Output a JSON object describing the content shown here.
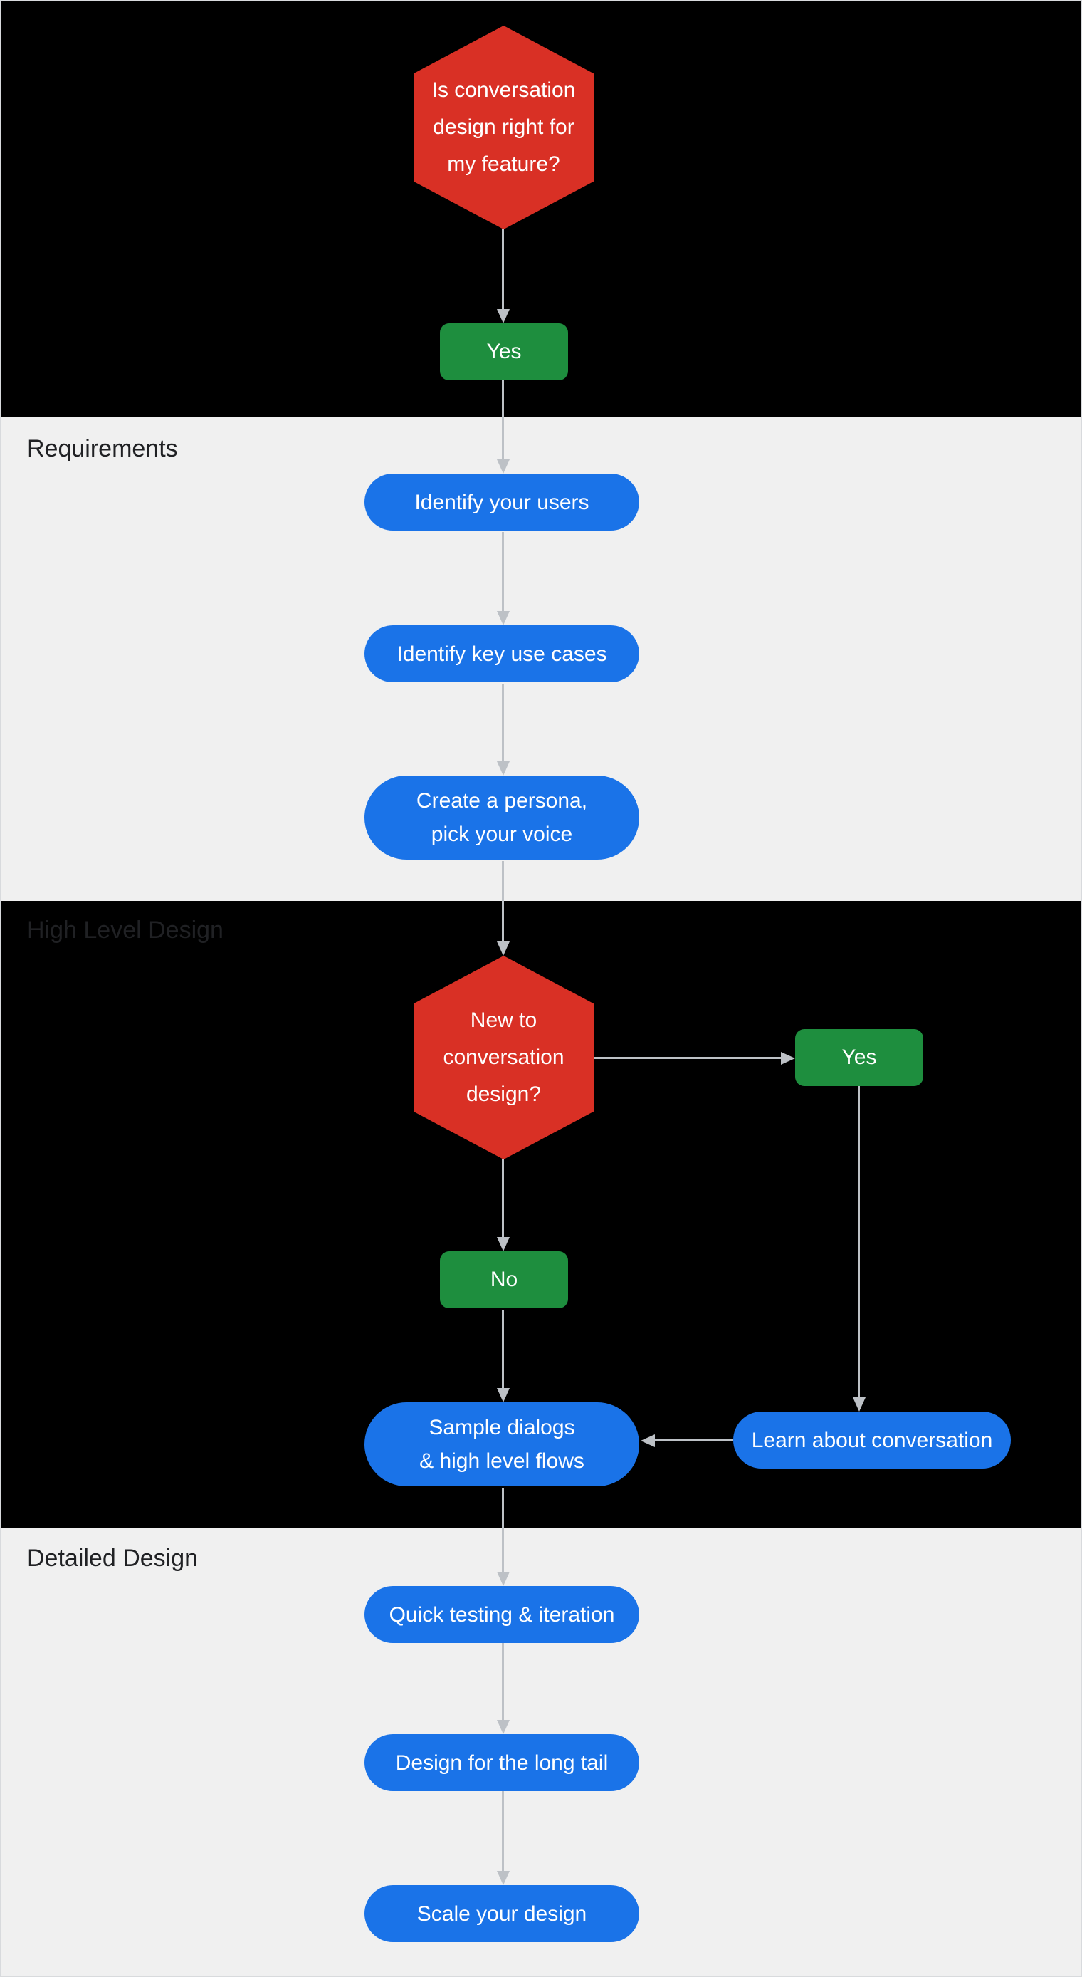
{
  "colors": {
    "background_black": "#000000",
    "background_light": "#f0f0f0",
    "node_blue": "#1a73e8",
    "node_green": "#1e8e3e",
    "node_red": "#d93025",
    "arrow_gray": "#bdc1c6",
    "label_dark": "#202124",
    "node_text": "#ffffff"
  },
  "sections": {
    "requirements": {
      "label": "Requirements"
    },
    "high_level_design": {
      "label": "High Level Design"
    },
    "detailed_design": {
      "label": "Detailed Design"
    }
  },
  "nodes": {
    "decision_is_cd_right": {
      "type": "decision",
      "text": "Is conversation\ndesign right for\nmy feature?"
    },
    "yes_1": {
      "type": "answer",
      "text": "Yes"
    },
    "identify_users": {
      "type": "step",
      "text": "Identify your users"
    },
    "identify_use_cases": {
      "type": "step",
      "text": "Identify key use cases"
    },
    "create_persona": {
      "type": "step",
      "text": "Create a persona,\npick your voice"
    },
    "decision_new_to_cd": {
      "type": "decision",
      "text": "New to\nconversation\ndesign?"
    },
    "yes_2": {
      "type": "answer",
      "text": "Yes"
    },
    "no_1": {
      "type": "answer",
      "text": "No"
    },
    "sample_dialogs": {
      "type": "step",
      "text": "Sample dialogs\n& high level flows"
    },
    "learn_conversation": {
      "type": "step",
      "text": "Learn about conversation"
    },
    "quick_testing": {
      "type": "step",
      "text": "Quick testing & iteration"
    },
    "long_tail": {
      "type": "step",
      "text": "Design for the long tail"
    },
    "scale_design": {
      "type": "step",
      "text": "Scale your design"
    }
  }
}
